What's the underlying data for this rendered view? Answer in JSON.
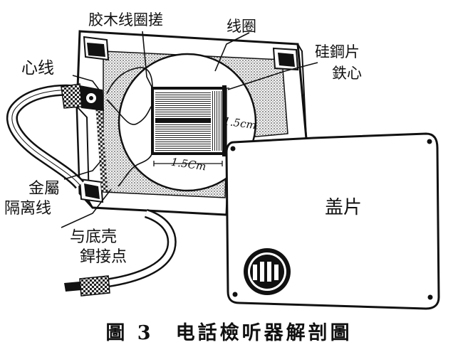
{
  "labels": {
    "bobbin": "胶木线圈搓",
    "coil": "线圈",
    "core_line1": "硅鋼片",
    "core_line2": "鉄心",
    "lead_wire": "心线",
    "shield_line1": "金屬",
    "shield_line2": "隔离线",
    "solder_line1": "与底壳",
    "solder_line2": "銲接点",
    "cover": "盖片"
  },
  "dimensions": {
    "height": "1.5cm",
    "width": "1.5Cm"
  },
  "caption": "圖 3　电話檢听器解剖圖"
}
